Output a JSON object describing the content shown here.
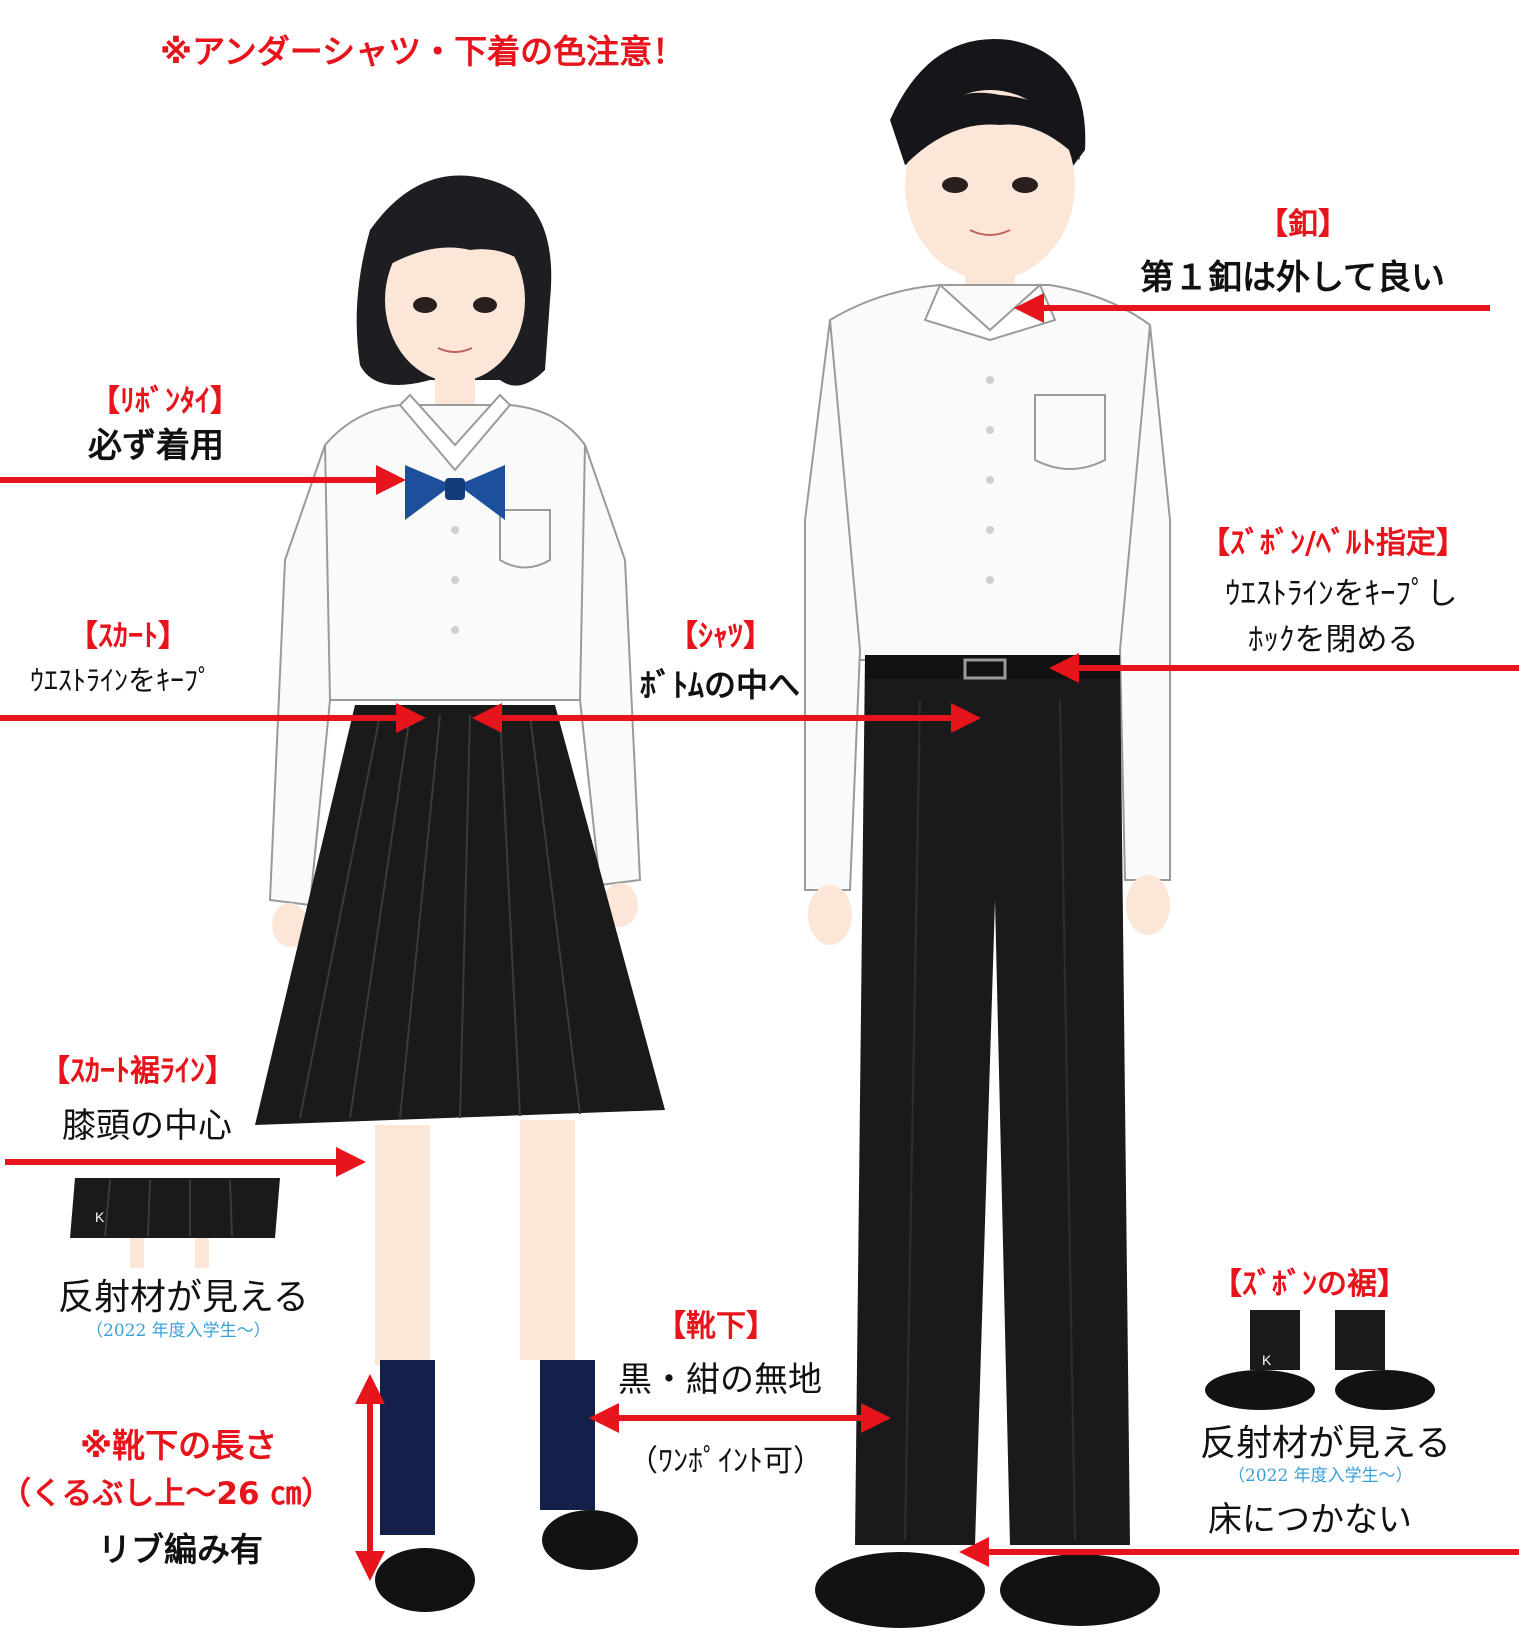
{
  "colors": {
    "accent_red": "#e8141c",
    "note_blue": "#3aa0d8",
    "ribbon_blue": "#1c4f9c",
    "uniform_black": "#1a1a1a",
    "sock_navy": "#14204a"
  },
  "header": {
    "warning": "※アンダーシャツ・下着の色注意！"
  },
  "labels": {
    "button": {
      "title": "【釦】",
      "text": "第１釦は外して良い"
    },
    "ribbon": {
      "title": "【ﾘﾎﾞﾝﾀｲ】",
      "text": "必ず着用"
    },
    "trousers": {
      "title": "【ｽﾞﾎﾞﾝ/ﾍﾞﾙﾄ指定】",
      "line1": "ｳｴｽﾄﾗｲﾝをｷｰﾌﾟし",
      "line2": "ﾎｯｸを閉める"
    },
    "skirt": {
      "title": "【ｽｶｰﾄ】",
      "text": "ｳｴｽﾄﾗｲﾝをｷｰﾌﾟ"
    },
    "shirt": {
      "title": "【ｼｬﾂ】",
      "text": "ﾎﾞﾄﾑの中へ"
    },
    "skirt_hem": {
      "title": "【ｽｶｰﾄ裾ﾗｲﾝ】",
      "text": "膝頭の中心",
      "reflect": "反射材が見える",
      "note": "（2022 年度入学生～）"
    },
    "socks": {
      "title": "【靴下】",
      "text": "黒・紺の無地",
      "note": "（ﾜﾝﾎﾟｲﾝﾄ可）"
    },
    "sock_length": {
      "title": "※靴下の長さ",
      "range": "（くるぶし上～26 ㎝）",
      "text": "リブ編み有"
    },
    "trouser_hem": {
      "title": "【ｽﾞﾎﾞﾝの裾】",
      "reflect": "反射材が見える",
      "note": "（2022 年度入学生～）",
      "text": "床につかない"
    }
  }
}
